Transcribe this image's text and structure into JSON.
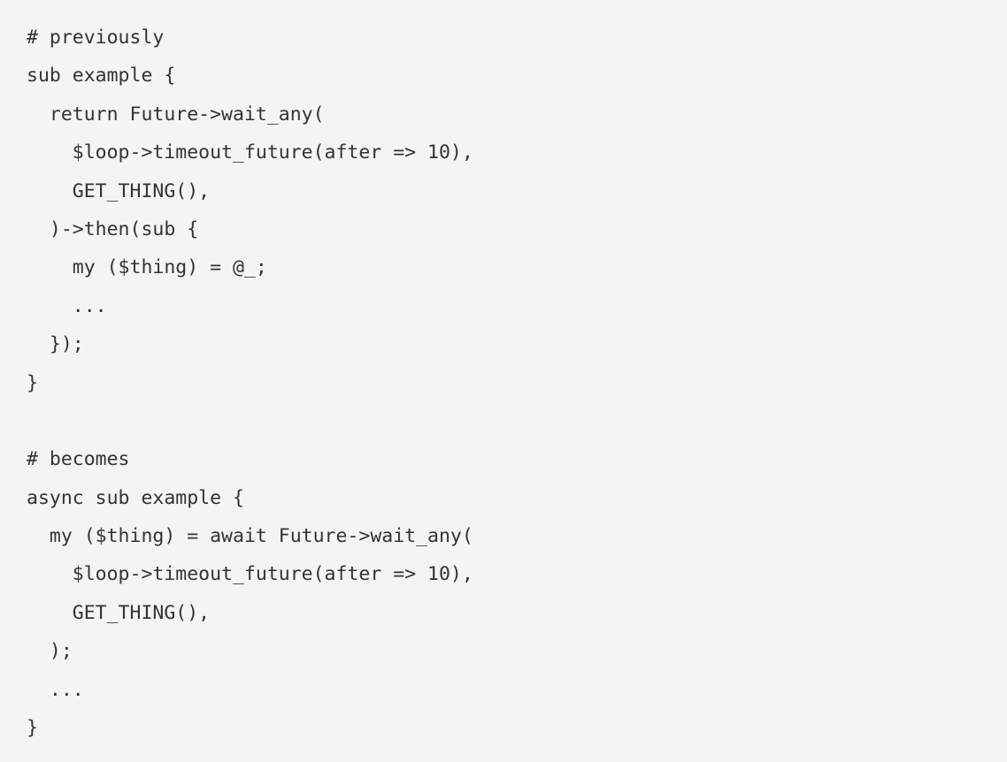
{
  "document": {
    "kind": "code-snippet",
    "language": "perl",
    "background_color": "#f4f4f4",
    "text_color": "#333333"
  },
  "code": {
    "indent_unit": "  ",
    "lines": [
      {
        "id": "line-1",
        "text": "# previously",
        "kind": "comment",
        "indent": 0
      },
      {
        "id": "line-2",
        "text": "sub example {",
        "kind": "code",
        "indent": 0
      },
      {
        "id": "line-3",
        "text": "  return Future->wait_any(",
        "kind": "code",
        "indent": 1
      },
      {
        "id": "line-4",
        "text": "    $loop->timeout_future(after => 10),",
        "kind": "code",
        "indent": 2
      },
      {
        "id": "line-5",
        "text": "    GET_THING(),",
        "kind": "code",
        "indent": 2
      },
      {
        "id": "line-6",
        "text": "  )->then(sub {",
        "kind": "code",
        "indent": 1
      },
      {
        "id": "line-7",
        "text": "    my ($thing) = @_;",
        "kind": "code",
        "indent": 2
      },
      {
        "id": "line-8",
        "text": "    ...",
        "kind": "elision",
        "indent": 2
      },
      {
        "id": "line-9",
        "text": "  });",
        "kind": "code",
        "indent": 1
      },
      {
        "id": "line-10",
        "text": "}",
        "kind": "code",
        "indent": 0
      },
      {
        "id": "line-11",
        "text": "",
        "kind": "blank",
        "indent": 0
      },
      {
        "id": "line-12",
        "text": "# becomes",
        "kind": "comment",
        "indent": 0
      },
      {
        "id": "line-13",
        "text": "async sub example {",
        "kind": "code",
        "indent": 0
      },
      {
        "id": "line-14",
        "text": "  my ($thing) = await Future->wait_any(",
        "kind": "code",
        "indent": 1
      },
      {
        "id": "line-15",
        "text": "    $loop->timeout_future(after => 10),",
        "kind": "code",
        "indent": 2
      },
      {
        "id": "line-16",
        "text": "    GET_THING(),",
        "kind": "code",
        "indent": 2
      },
      {
        "id": "line-17",
        "text": "  );",
        "kind": "code",
        "indent": 1
      },
      {
        "id": "line-18",
        "text": "  ...",
        "kind": "elision",
        "indent": 1
      },
      {
        "id": "line-19",
        "text": "}",
        "kind": "code",
        "indent": 0
      }
    ]
  }
}
